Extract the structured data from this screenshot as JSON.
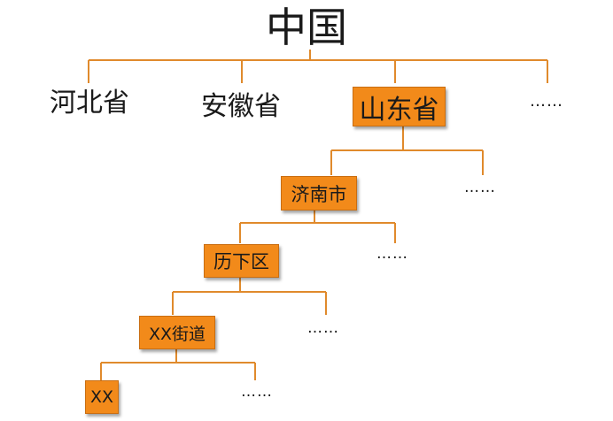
{
  "root": {
    "label": "中国"
  },
  "provinces": [
    {
      "label": "河北省",
      "highlighted": false
    },
    {
      "label": "安徽省",
      "highlighted": false
    },
    {
      "label": "山东省",
      "highlighted": true
    },
    {
      "label": "……",
      "highlighted": false
    }
  ],
  "cities": [
    {
      "label": "济南市",
      "highlighted": true
    },
    {
      "label": "……",
      "highlighted": false
    }
  ],
  "districts": [
    {
      "label": "历下区",
      "highlighted": true
    },
    {
      "label": "……",
      "highlighted": false
    }
  ],
  "streets": [
    {
      "label": "XX街道",
      "highlighted": true
    },
    {
      "label": "……",
      "highlighted": false
    }
  ],
  "communities": [
    {
      "label": "XX",
      "highlighted": true
    },
    {
      "label": "……",
      "highlighted": false
    }
  ],
  "colors": {
    "highlight_fill": "#f28a1a",
    "connector": "#e08a2c",
    "text": "#1a1a1a"
  }
}
